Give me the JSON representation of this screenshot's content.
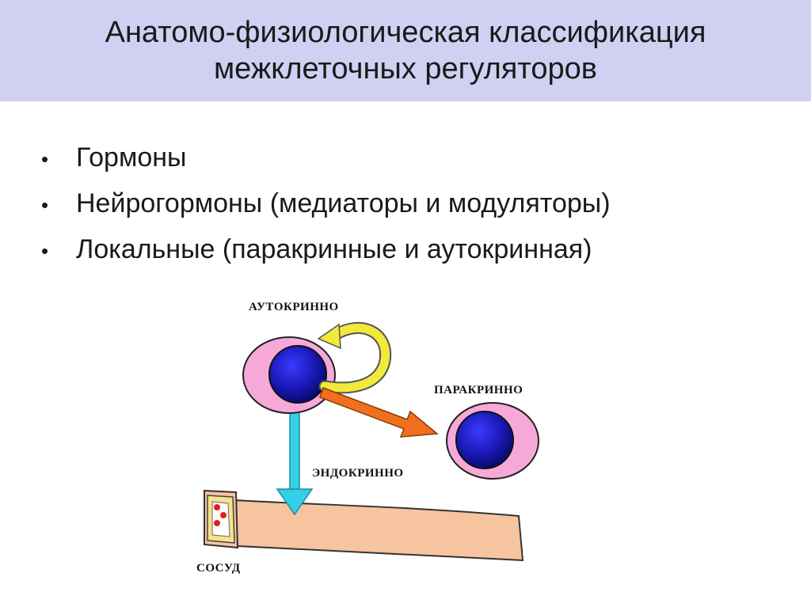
{
  "title": {
    "line1": "Анатомо-физиологическая классификация",
    "line2": "межклеточных регуляторов"
  },
  "bullets": [
    "Гормоны",
    "Нейрогормоны (медиаторы и модуляторы)",
    "Локальные (паракринные и аутокринная)"
  ],
  "bullet_glyph": "•",
  "diagram": {
    "labels": {
      "autocrine": "АУТОКРИННО",
      "paracrine": "ПАРАКРИННО",
      "endocrine": "ЭНДОКРИННО",
      "vessel": "СОСУД"
    },
    "colors": {
      "title_bg": "#cfd0f2",
      "cell_outer": "#f6a9d8",
      "cell_nucleus": "#1a1ab8",
      "autocrine_arrow": "#f2ea3a",
      "paracrine_arrow": "#f07020",
      "endocrine_arrow": "#35d0e8",
      "vessel": "#f7c4a0",
      "blood_cell": "#e02020"
    }
  }
}
